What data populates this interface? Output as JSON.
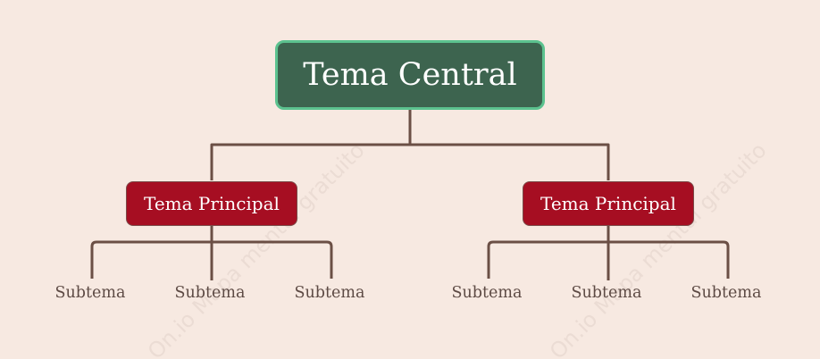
{
  "central": {
    "label": "Tema Central"
  },
  "main_topics": [
    {
      "label": "Tema Principal",
      "subtopics": [
        "Subtema",
        "Subtema",
        "Subtema"
      ]
    },
    {
      "label": "Tema Principal",
      "subtopics": [
        "Subtema",
        "Subtema",
        "Subtema"
      ]
    }
  ],
  "watermark": {
    "text": "On.io Mapa mental gratuito"
  },
  "colors": {
    "background": "#f7e9e1",
    "central_fill": "#3d644f",
    "central_border": "#5cc28f",
    "main_fill": "#a60e22",
    "connector": "#6b4f45",
    "subtopic_text": "#5d4a44"
  }
}
